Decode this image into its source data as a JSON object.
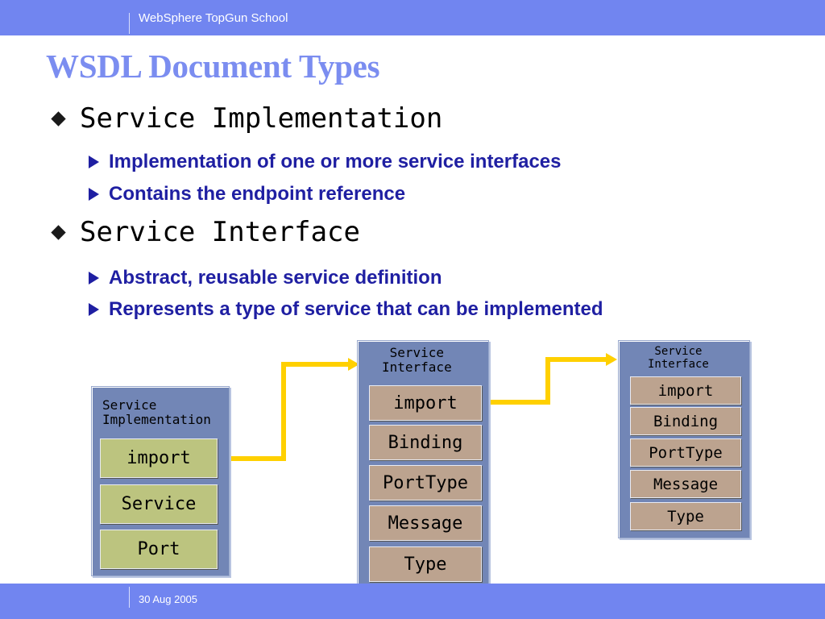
{
  "header": {
    "school": "WebSphere TopGun School"
  },
  "footer": {
    "date": "30 Aug 2005"
  },
  "slide": {
    "title": "WSDL Document Types",
    "bullets": [
      {
        "heading": "Service Implementation",
        "subs": [
          "Implementation of one or more service interfaces",
          "Contains the endpoint reference"
        ]
      },
      {
        "heading": "Service Interface",
        "subs": [
          "Abstract, reusable service definition",
          "Represents a type of service that can be implemented"
        ]
      }
    ]
  },
  "diagram": {
    "impl_box": {
      "label_line1": "Service",
      "label_line2": "Implementation",
      "cells": [
        "import",
        "Service",
        "Port"
      ]
    },
    "iface_box": {
      "label_line1": "Service",
      "label_line2": "Interface",
      "cells": [
        "import",
        "Binding",
        "PortType",
        "Message",
        "Type"
      ]
    },
    "iface_box2": {
      "label_line1": "Service",
      "label_line2": "Interface",
      "cells": [
        "import",
        "Binding",
        "PortType",
        "Message",
        "Type"
      ]
    },
    "colors": {
      "connector": "#ffd000",
      "box": "#7286b6",
      "impl_cell": "#bcc47f",
      "iface_cell": "#bca38f",
      "bar": "#7185f0",
      "title": "#7b8df0",
      "sub_text": "#1f1fa2"
    }
  }
}
